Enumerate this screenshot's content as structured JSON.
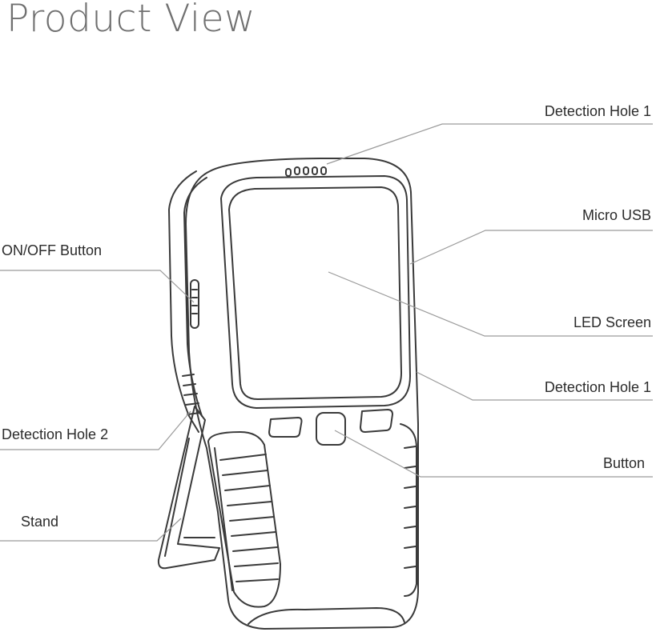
{
  "title": "Product View",
  "callouts": {
    "detection_hole_1_top": "Detection Hole 1",
    "micro_usb": "Micro USB",
    "led_screen": "LED Screen",
    "detection_hole_1_side": "Detection Hole 1",
    "button": "Button",
    "on_off_button": "ON/OFF Button",
    "detection_hole_2": "Detection Hole 2",
    "stand": "Stand"
  },
  "colors": {
    "line": "#3a3a3a",
    "leader": "#9a9a9a",
    "title": "#707070",
    "label": "#2b2b2b"
  }
}
